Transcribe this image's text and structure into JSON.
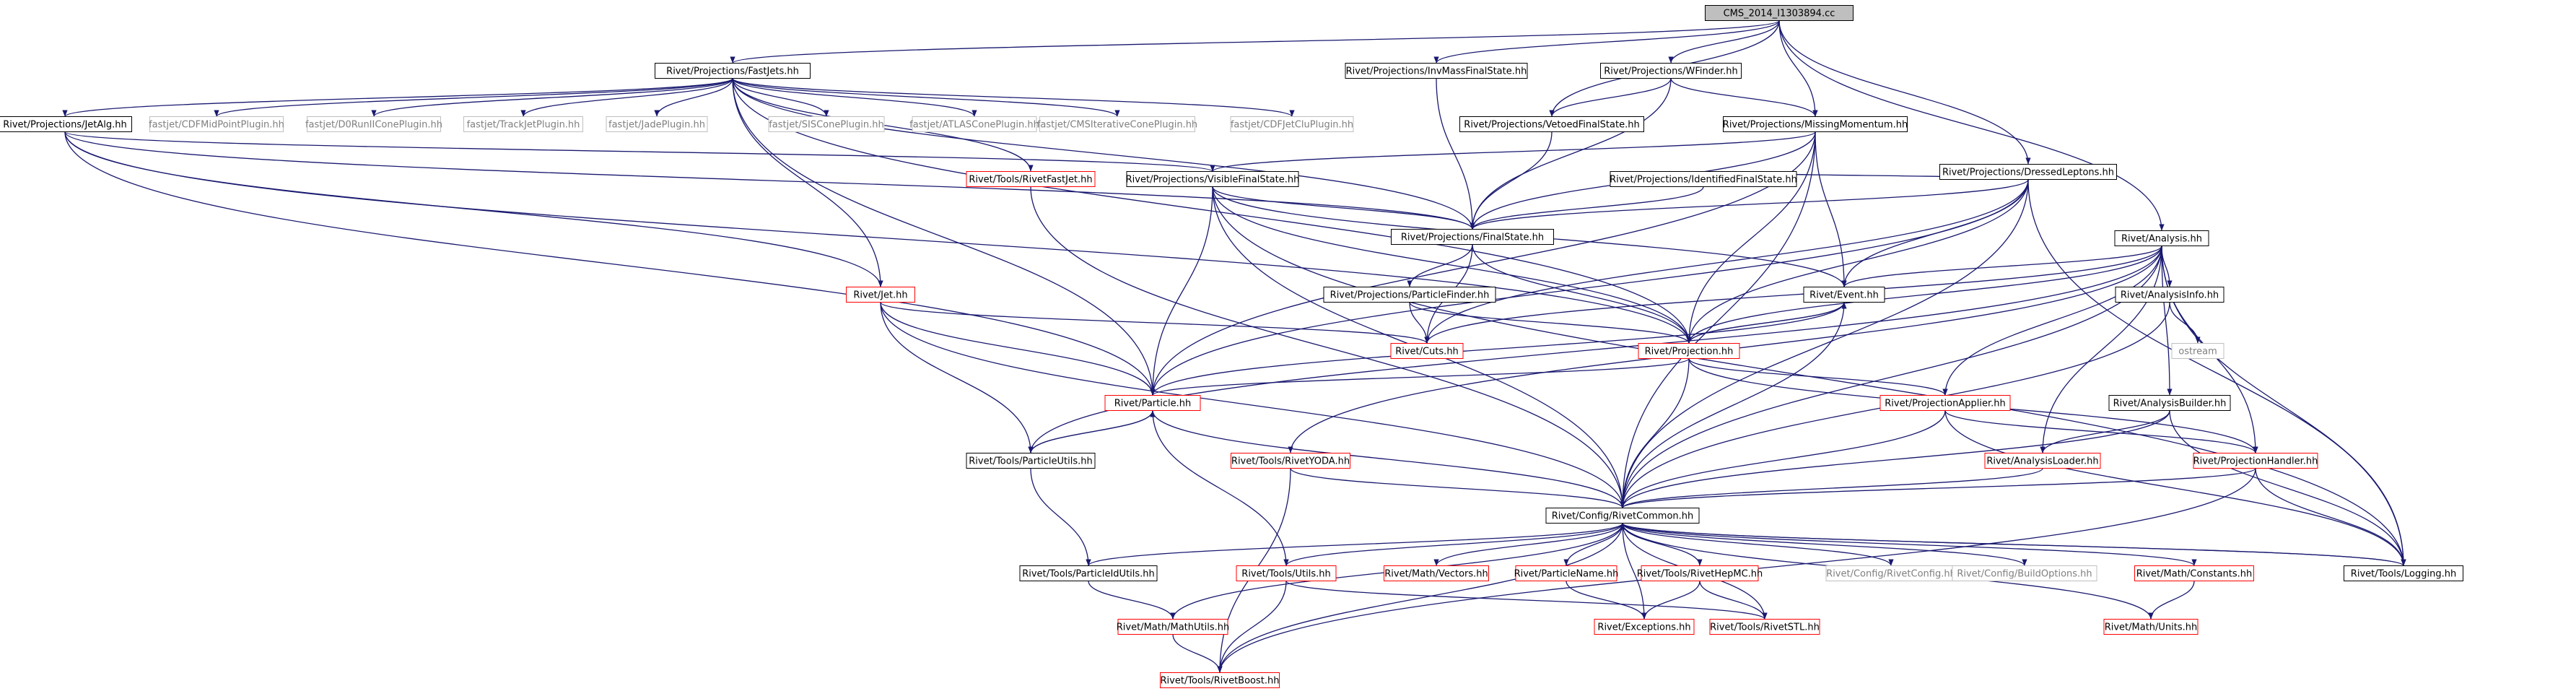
{
  "diagram": {
    "root": "CMS_2014_I1303894.cc",
    "nodes": [
      {
        "id": "root",
        "label": "CMS_2014_I1303894.cc",
        "style": "root"
      },
      {
        "id": "fastjets",
        "label": "Rivet/Projections/FastJets.hh",
        "style": "black"
      },
      {
        "id": "invmass",
        "label": "Rivet/Projections/InvMassFinalState.hh",
        "style": "black"
      },
      {
        "id": "wfinder",
        "label": "Rivet/Projections/WFinder.hh",
        "style": "black"
      },
      {
        "id": "dressed",
        "label": "Rivet/Projections/DressedLeptons.hh",
        "style": "black"
      },
      {
        "id": "jetalg",
        "label": "Rivet/Projections/JetAlg.hh",
        "style": "black"
      },
      {
        "id": "cdfmid",
        "label": "fastjet/CDFMidPointPlugin.hh",
        "style": "gray"
      },
      {
        "id": "d0run",
        "label": "fastjet/D0RunIIConePlugin.hh",
        "style": "gray"
      },
      {
        "id": "trackjet",
        "label": "fastjet/TrackJetPlugin.hh",
        "style": "gray"
      },
      {
        "id": "jade",
        "label": "fastjet/JadePlugin.hh",
        "style": "gray"
      },
      {
        "id": "siscone",
        "label": "fastjet/SISConePlugin.hh",
        "style": "gray"
      },
      {
        "id": "atlascone",
        "label": "fastjet/ATLASConePlugin.hh",
        "style": "gray"
      },
      {
        "id": "cmsiter",
        "label": "fastjet/CMSIterativeConePlugin.hh",
        "style": "gray"
      },
      {
        "id": "cdfjetclu",
        "label": "fastjet/CDFJetCluPlugin.hh",
        "style": "gray"
      },
      {
        "id": "vetoed",
        "label": "Rivet/Projections/VetoedFinalState.hh",
        "style": "black"
      },
      {
        "id": "missmom",
        "label": "Rivet/Projections/MissingMomentum.hh",
        "style": "black"
      },
      {
        "id": "rivetfastjet",
        "label": "Rivet/Tools/RivetFastJet.hh",
        "style": "red"
      },
      {
        "id": "visiblefs",
        "label": "Rivet/Projections/VisibleFinalState.hh",
        "style": "black"
      },
      {
        "id": "identified",
        "label": "Rivet/Projections/IdentifiedFinalState.hh",
        "style": "black"
      },
      {
        "id": "finalstate",
        "label": "Rivet/Projections/FinalState.hh",
        "style": "black"
      },
      {
        "id": "analysis",
        "label": "Rivet/Analysis.hh",
        "style": "black"
      },
      {
        "id": "jet",
        "label": "Rivet/Jet.hh",
        "style": "red"
      },
      {
        "id": "particlefinder",
        "label": "Rivet/Projections/ParticleFinder.hh",
        "style": "black"
      },
      {
        "id": "event",
        "label": "Rivet/Event.hh",
        "style": "black"
      },
      {
        "id": "analysisinfo",
        "label": "Rivet/AnalysisInfo.hh",
        "style": "black"
      },
      {
        "id": "cuts",
        "label": "Rivet/Cuts.hh",
        "style": "red"
      },
      {
        "id": "projection",
        "label": "Rivet/Projection.hh",
        "style": "red"
      },
      {
        "id": "ostream",
        "label": "ostream",
        "style": "gray"
      },
      {
        "id": "particle",
        "label": "Rivet/Particle.hh",
        "style": "red"
      },
      {
        "id": "projapplier",
        "label": "Rivet/ProjectionApplier.hh",
        "style": "red"
      },
      {
        "id": "analysisbuilder",
        "label": "Rivet/AnalysisBuilder.hh",
        "style": "black"
      },
      {
        "id": "particleutils",
        "label": "Rivet/Tools/ParticleUtils.hh",
        "style": "black"
      },
      {
        "id": "rivetyoda",
        "label": "Rivet/Tools/RivetYODA.hh",
        "style": "red"
      },
      {
        "id": "analysisloader",
        "label": "Rivet/AnalysisLoader.hh",
        "style": "red"
      },
      {
        "id": "projhandler",
        "label": "Rivet/ProjectionHandler.hh",
        "style": "red"
      },
      {
        "id": "rivetcommon",
        "label": "Rivet/Config/RivetCommon.hh",
        "style": "black"
      },
      {
        "id": "particleidutils",
        "label": "Rivet/Tools/ParticleIdUtils.hh",
        "style": "black"
      },
      {
        "id": "utils",
        "label": "Rivet/Tools/Utils.hh",
        "style": "red"
      },
      {
        "id": "vectors",
        "label": "Rivet/Math/Vectors.hh",
        "style": "red"
      },
      {
        "id": "particlename",
        "label": "Rivet/ParticleName.hh",
        "style": "red"
      },
      {
        "id": "rivethepmc",
        "label": "Rivet/Tools/RivetHepMC.hh",
        "style": "red"
      },
      {
        "id": "rivetconfig",
        "label": "Rivet/Config/RivetConfig.hh",
        "style": "gray"
      },
      {
        "id": "buildoptions",
        "label": "Rivet/Config/BuildOptions.hh",
        "style": "gray"
      },
      {
        "id": "constants",
        "label": "Rivet/Math/Constants.hh",
        "style": "red"
      },
      {
        "id": "logging",
        "label": "Rivet/Tools/Logging.hh",
        "style": "black"
      },
      {
        "id": "mathutils",
        "label": "Rivet/Math/MathUtils.hh",
        "style": "red"
      },
      {
        "id": "exceptions",
        "label": "Rivet/Exceptions.hh",
        "style": "red"
      },
      {
        "id": "rivetstl",
        "label": "Rivet/Tools/RivetSTL.hh",
        "style": "red"
      },
      {
        "id": "units",
        "label": "Rivet/Math/Units.hh",
        "style": "red"
      },
      {
        "id": "rivetboost",
        "label": "Rivet/Tools/RivetBoost.hh",
        "style": "red"
      }
    ],
    "edges": [
      [
        "root",
        "fastjets"
      ],
      [
        "root",
        "invmass"
      ],
      [
        "root",
        "wfinder"
      ],
      [
        "root",
        "dressed"
      ],
      [
        "root",
        "missmom"
      ],
      [
        "root",
        "vetoed"
      ],
      [
        "root",
        "analysis"
      ],
      [
        "fastjets",
        "jetalg"
      ],
      [
        "fastjets",
        "cdfmid"
      ],
      [
        "fastjets",
        "d0run"
      ],
      [
        "fastjets",
        "trackjet"
      ],
      [
        "fastjets",
        "jade"
      ],
      [
        "fastjets",
        "siscone"
      ],
      [
        "fastjets",
        "atlascone"
      ],
      [
        "fastjets",
        "cmsiter"
      ],
      [
        "fastjets",
        "cdfjetclu"
      ],
      [
        "fastjets",
        "rivetfastjet"
      ],
      [
        "fastjets",
        "finalstate"
      ],
      [
        "fastjets",
        "projection"
      ],
      [
        "fastjets",
        "jet"
      ],
      [
        "fastjets",
        "particle"
      ],
      [
        "jetalg",
        "visiblefs"
      ],
      [
        "jetalg",
        "finalstate"
      ],
      [
        "jetalg",
        "jet"
      ],
      [
        "jetalg",
        "particle"
      ],
      [
        "jetalg",
        "projection"
      ],
      [
        "invmass",
        "finalstate"
      ],
      [
        "wfinder",
        "vetoed"
      ],
      [
        "wfinder",
        "finalstate"
      ],
      [
        "wfinder",
        "missmom"
      ],
      [
        "vetoed",
        "finalstate"
      ],
      [
        "missmom",
        "visiblefs"
      ],
      [
        "missmom",
        "finalstate"
      ],
      [
        "missmom",
        "event"
      ],
      [
        "missmom",
        "projection"
      ],
      [
        "missmom",
        "particle"
      ],
      [
        "missmom",
        "rivetcommon"
      ],
      [
        "dressed",
        "identified"
      ],
      [
        "dressed",
        "finalstate"
      ],
      [
        "dressed",
        "cuts"
      ],
      [
        "dressed",
        "event"
      ],
      [
        "dressed",
        "projection"
      ],
      [
        "dressed",
        "rivetcommon"
      ],
      [
        "dressed",
        "logging"
      ],
      [
        "dressed",
        "particle"
      ],
      [
        "identified",
        "finalstate"
      ],
      [
        "rivetfastjet",
        "rivetcommon"
      ],
      [
        "visiblefs",
        "finalstate"
      ],
      [
        "visiblefs",
        "event"
      ],
      [
        "visiblefs",
        "projection"
      ],
      [
        "visiblefs",
        "particle"
      ],
      [
        "visiblefs",
        "rivetcommon"
      ],
      [
        "visiblefs",
        "logging"
      ],
      [
        "finalstate",
        "particlefinder"
      ],
      [
        "finalstate",
        "cuts"
      ],
      [
        "finalstate",
        "projection"
      ],
      [
        "particlefinder",
        "cuts"
      ],
      [
        "particlefinder",
        "projection"
      ],
      [
        "analysis",
        "event"
      ],
      [
        "analysis",
        "analysisinfo"
      ],
      [
        "analysis",
        "projection"
      ],
      [
        "analysis",
        "cuts"
      ],
      [
        "analysis",
        "projapplier"
      ],
      [
        "analysis",
        "analysisbuilder"
      ],
      [
        "analysis",
        "analysisloader"
      ],
      [
        "analysis",
        "projhandler"
      ],
      [
        "analysis",
        "rivetyoda"
      ],
      [
        "analysis",
        "rivetcommon"
      ],
      [
        "analysis",
        "logging"
      ],
      [
        "analysis",
        "particleutils"
      ],
      [
        "analysisinfo",
        "ostream"
      ],
      [
        "analysisinfo",
        "rivetcommon"
      ],
      [
        "jet",
        "cuts"
      ],
      [
        "jet",
        "particle"
      ],
      [
        "jet",
        "particleutils"
      ],
      [
        "jet",
        "rivetcommon"
      ],
      [
        "event",
        "projection"
      ],
      [
        "event",
        "particle"
      ],
      [
        "event",
        "rivetcommon"
      ],
      [
        "projection",
        "event"
      ],
      [
        "projection",
        "particle"
      ],
      [
        "projection",
        "projapplier"
      ],
      [
        "projection",
        "projhandler"
      ],
      [
        "projection",
        "rivetcommon"
      ],
      [
        "particle",
        "particleutils"
      ],
      [
        "particle",
        "rivetcommon"
      ],
      [
        "particle",
        "utils"
      ],
      [
        "particleutils",
        "particle"
      ],
      [
        "particleutils",
        "particleidutils"
      ],
      [
        "projapplier",
        "projhandler"
      ],
      [
        "projapplier",
        "rivetcommon"
      ],
      [
        "projapplier",
        "logging"
      ],
      [
        "analysisbuilder",
        "analysisloader"
      ],
      [
        "analysisbuilder",
        "rivetcommon"
      ],
      [
        "analysisbuilder",
        "logging"
      ],
      [
        "analysisloader",
        "rivetcommon"
      ],
      [
        "projhandler",
        "rivetcommon"
      ],
      [
        "projhandler",
        "logging"
      ],
      [
        "projhandler",
        "rivetboost"
      ],
      [
        "rivetyoda",
        "rivetcommon"
      ],
      [
        "rivetyoda",
        "rivetboost"
      ],
      [
        "rivetcommon",
        "particleidutils"
      ],
      [
        "rivetcommon",
        "utils"
      ],
      [
        "rivetcommon",
        "vectors"
      ],
      [
        "rivetcommon",
        "particlename"
      ],
      [
        "rivetcommon",
        "rivethepmc"
      ],
      [
        "rivetcommon",
        "rivetconfig"
      ],
      [
        "rivetcommon",
        "buildoptions"
      ],
      [
        "rivetcommon",
        "constants"
      ],
      [
        "rivetcommon",
        "logging"
      ],
      [
        "rivetcommon",
        "mathutils"
      ],
      [
        "rivetcommon",
        "exceptions"
      ],
      [
        "rivetcommon",
        "rivetstl"
      ],
      [
        "rivetcommon",
        "units"
      ],
      [
        "rivetcommon",
        "rivetboost"
      ],
      [
        "particleidutils",
        "mathutils"
      ],
      [
        "utils",
        "rivetstl"
      ],
      [
        "utils",
        "rivetboost"
      ],
      [
        "particlename",
        "exceptions"
      ],
      [
        "rivethepmc",
        "exceptions"
      ],
      [
        "rivethepmc",
        "rivetstl"
      ],
      [
        "constants",
        "units"
      ],
      [
        "mathutils",
        "rivetboost"
      ],
      [
        "logging",
        "rivetcommon"
      ]
    ]
  },
  "colors": {
    "edge": "#191970",
    "border_black": "#000000",
    "border_red": "#ff0000",
    "border_gray": "#bfbfbf",
    "text_gray": "#7f7f7f",
    "root_fill": "#bfbfbf"
  }
}
